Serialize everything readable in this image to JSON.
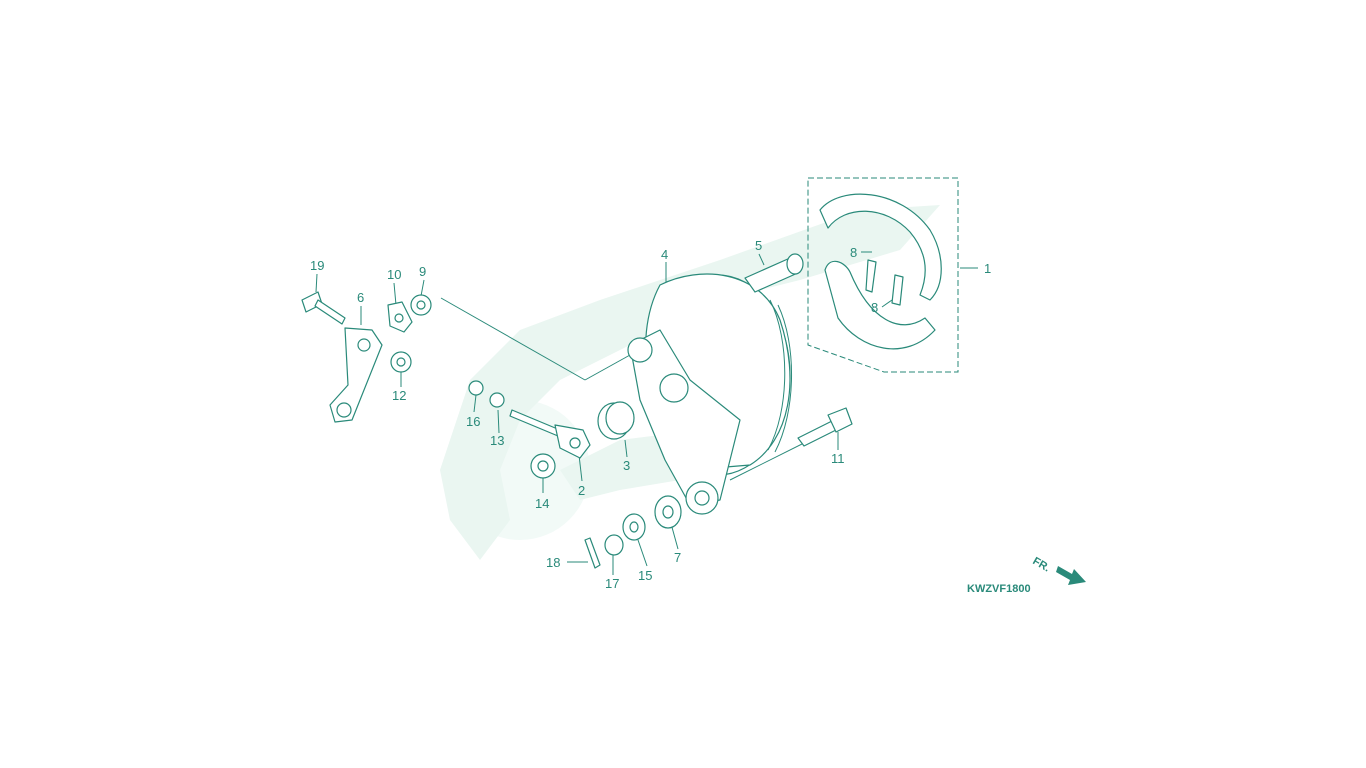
{
  "diagram": {
    "callouts": [
      {
        "id": "c1",
        "text": "1"
      },
      {
        "id": "c2",
        "text": "2"
      },
      {
        "id": "c3",
        "text": "3"
      },
      {
        "id": "c4",
        "text": "4"
      },
      {
        "id": "c5",
        "text": "5"
      },
      {
        "id": "c6",
        "text": "6"
      },
      {
        "id": "c7",
        "text": "7"
      },
      {
        "id": "c8a",
        "text": "8"
      },
      {
        "id": "c8b",
        "text": "8"
      },
      {
        "id": "c9",
        "text": "9"
      },
      {
        "id": "c10",
        "text": "10"
      },
      {
        "id": "c11",
        "text": "11"
      },
      {
        "id": "c12",
        "text": "12"
      },
      {
        "id": "c13",
        "text": "13"
      },
      {
        "id": "c14",
        "text": "14"
      },
      {
        "id": "c15",
        "text": "15"
      },
      {
        "id": "c16",
        "text": "16"
      },
      {
        "id": "c17",
        "text": "17"
      },
      {
        "id": "c18",
        "text": "18"
      },
      {
        "id": "c19",
        "text": "19"
      }
    ],
    "direction_label": "FR.",
    "diagram_code": "KWZVF1800",
    "colors": {
      "line": "#2a8a7a",
      "watermark": "#eaf6f1",
      "background": "#ffffff"
    }
  }
}
